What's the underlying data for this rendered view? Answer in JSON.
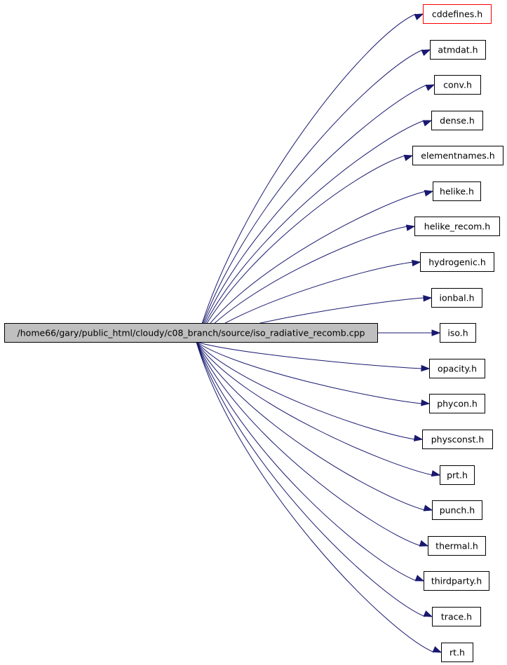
{
  "diagram": {
    "root": {
      "label": "/home66/gary/public_html/cloudy/c08_branch/source/iso_radiative_recomb.cpp"
    },
    "includes": [
      {
        "label": "cddefines.h",
        "color": "#ff0000"
      },
      {
        "label": "atmdat.h"
      },
      {
        "label": "conv.h"
      },
      {
        "label": "dense.h"
      },
      {
        "label": "elementnames.h"
      },
      {
        "label": "helike.h"
      },
      {
        "label": "helike_recom.h"
      },
      {
        "label": "hydrogenic.h"
      },
      {
        "label": "ionbal.h"
      },
      {
        "label": "iso.h"
      },
      {
        "label": "opacity.h"
      },
      {
        "label": "phycon.h"
      },
      {
        "label": "physconst.h"
      },
      {
        "label": "prt.h"
      },
      {
        "label": "punch.h"
      },
      {
        "label": "thermal.h"
      },
      {
        "label": "thirdparty.h"
      },
      {
        "label": "trace.h"
      },
      {
        "label": "rt.h"
      }
    ],
    "edge_color": "#191970"
  }
}
